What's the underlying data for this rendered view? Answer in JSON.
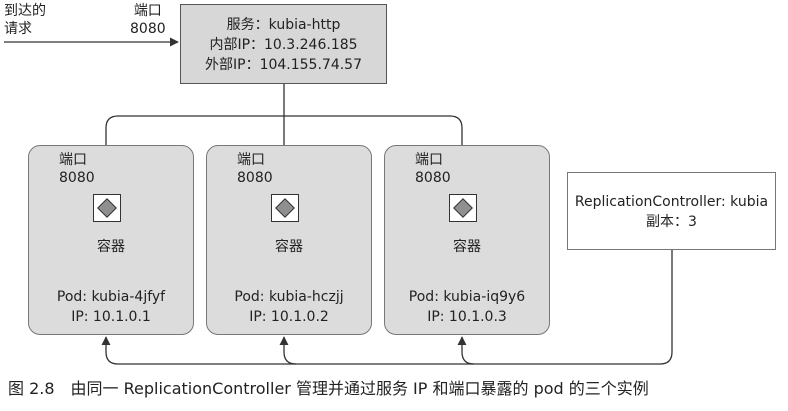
{
  "incoming": {
    "label_line1": "到达的",
    "label_line2": "请求"
  },
  "service_port": {
    "label": "端口",
    "value": "8080"
  },
  "service": {
    "name_line": "服务：kubia-http",
    "internal_ip_line": "内部IP：10.3.246.185",
    "external_ip_line": "外部IP：104.155.74.57"
  },
  "pods": [
    {
      "port_label": "端口",
      "port_value": "8080",
      "container_label": "容器",
      "pod_line": "Pod: kubia-4jfyf",
      "ip_line": "IP: 10.1.0.1"
    },
    {
      "port_label": "端口",
      "port_value": "8080",
      "container_label": "容器",
      "pod_line": "Pod: kubia-hczjj",
      "ip_line": "IP: 10.1.0.2"
    },
    {
      "port_label": "端口",
      "port_value": "8080",
      "container_label": "容器",
      "pod_line": "Pod: kubia-iq9y6",
      "ip_line": "IP: 10.1.0.3"
    }
  ],
  "replication_controller": {
    "name_line": "ReplicationController: kubia",
    "replicas_line": "副本：3"
  },
  "caption": "图 2.8　由同一 ReplicationController 管理并通过服务 IP 和端口暴露的 pod 的三个实例",
  "colors": {
    "box_fill": "#dcdcdc",
    "service_fill": "#d7d7d7",
    "line": "#333333"
  }
}
